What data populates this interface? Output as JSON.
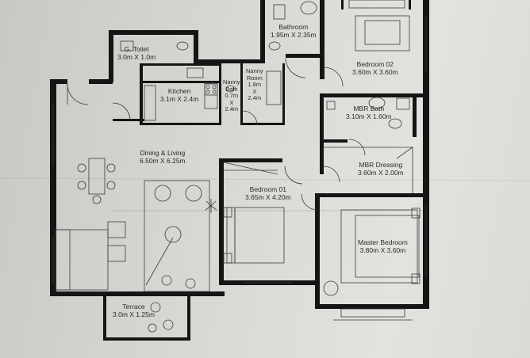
{
  "rooms": {
    "g_toilet": {
      "name": "G. Toilet",
      "size": "3.0m X 1.0m"
    },
    "bathroom": {
      "name": "Bathroom",
      "size": "1.95m X 2.35m"
    },
    "bedroom_02": {
      "name": "Bedroom 02",
      "size": "3.60m X 3.60m"
    },
    "kitchen": {
      "name": "Kitchen",
      "size": "3.1m X 2.4m"
    },
    "nanny_bath": {
      "name_1": "Nanny",
      "name_2": "Bath",
      "size_1": "0.7m",
      "size_2": "X",
      "size_3": "2.4m"
    },
    "nanny_room": {
      "name_1": "Nanny",
      "name_2": "Room",
      "size_1": "1.8m",
      "size_2": "X",
      "size_3": "2.4m"
    },
    "mbr_bath": {
      "name": "MBR Bath",
      "size": "3.10m X 1.60m"
    },
    "dining_living": {
      "name": "Dining & Living",
      "size": "6.50m X 6.25m"
    },
    "mbr_dressing": {
      "name": "MBR Dressing",
      "size": "3.60m X 2.00m"
    },
    "bedroom_01": {
      "name": "Bedroom 01",
      "size": "3.65m X 4.20m"
    },
    "master_bedroom": {
      "name": "Master Bedroom",
      "size": "3.80m X 3.60m"
    },
    "terrace": {
      "name": "Terrace",
      "size": "3.0m X 1.25m"
    }
  },
  "colors": {
    "wall": "#151515",
    "line": "#3a3a3a",
    "paper": "#dedcd8"
  }
}
